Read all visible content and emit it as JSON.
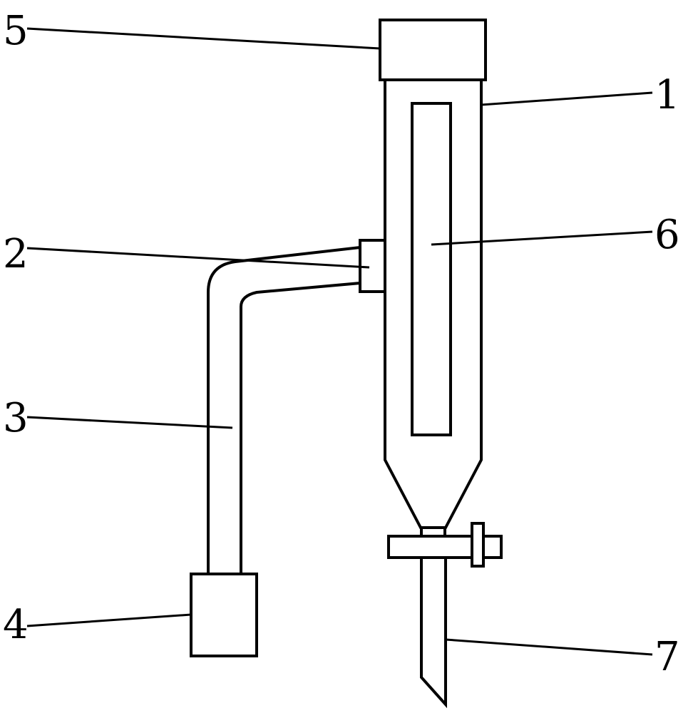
{
  "callouts": {
    "c1": "1",
    "c2": "2",
    "c3": "3",
    "c4": "4",
    "c5": "5",
    "c6": "6",
    "c7": "7"
  },
  "colors": {
    "stroke": "#000000",
    "background": "#ffffff"
  }
}
